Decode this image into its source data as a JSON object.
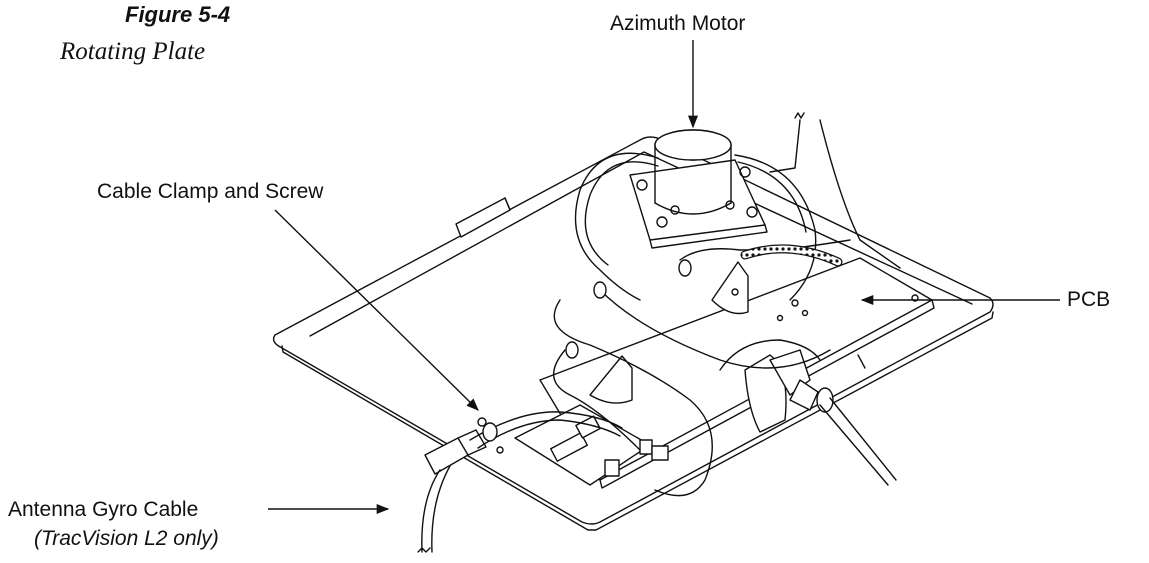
{
  "figure": {
    "number": "Figure 5-4",
    "title": "Rotating Plate"
  },
  "callouts": {
    "azimuth_motor": "Azimuth Motor",
    "cable_clamp": "Cable Clamp and Screw",
    "pcb": "PCB",
    "gyro_cable": "Antenna Gyro Cable",
    "gyro_cable_note": "(TracVision L2 only)"
  }
}
